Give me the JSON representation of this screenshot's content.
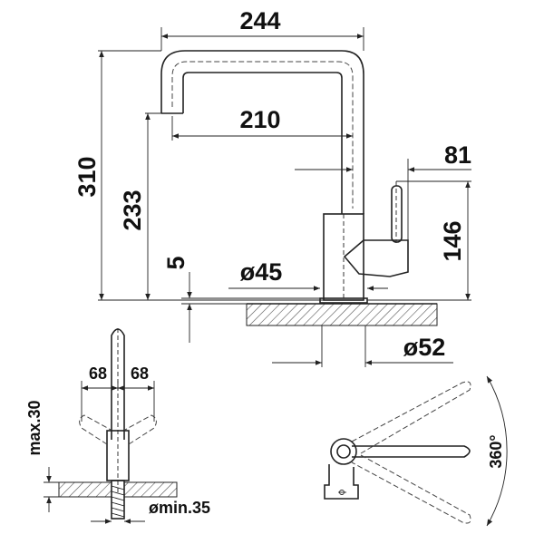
{
  "side_view": {
    "dim_width_total": "244",
    "dim_reach": "210",
    "dim_lever_offset": "81",
    "dim_height_total": "310",
    "dim_spout_height": "233",
    "dim_lever_height": "146",
    "dim_plate_thickness": "5",
    "dim_plate_diameter": "ø45",
    "dim_body_diameter": "ø52"
  },
  "front_view": {
    "dim_left_swing": "68",
    "dim_right_swing": "68",
    "dim_max_counter_thickness": "max.30",
    "dim_min_hole_diameter": "ømin.35"
  },
  "top_view": {
    "dim_rotation": "360°"
  },
  "colors": {
    "line": "#222222",
    "hatch": "#555555",
    "background": "#ffffff"
  }
}
